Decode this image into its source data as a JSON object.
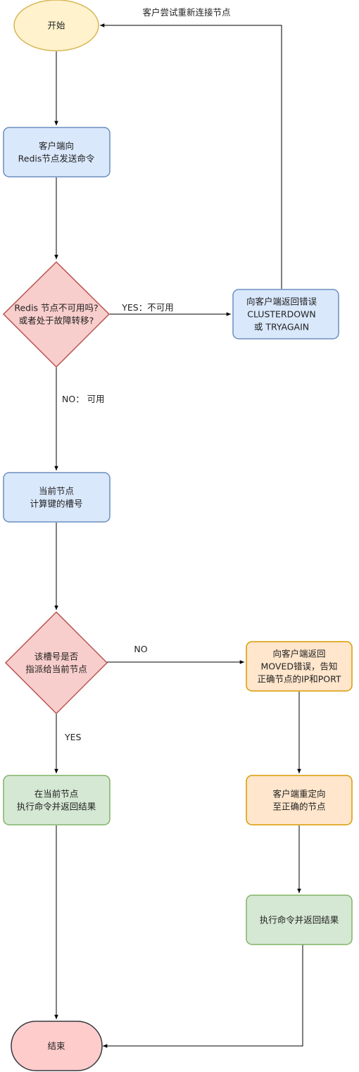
{
  "nodes": {
    "start": {
      "lines": [
        "开始"
      ],
      "fill": "#fff2cc",
      "stroke": "#d6b656"
    },
    "send_cmd": {
      "lines": [
        "客户端向",
        "Redis节点发送命令"
      ],
      "fill": "#dae8fc",
      "stroke": "#6c8ebf"
    },
    "check_available": {
      "lines": [
        "Redis 节点不可用吗?",
        "或者处于故障转移?"
      ],
      "fill": "#f8cecc",
      "stroke": "#b85450"
    },
    "return_error": {
      "lines": [
        "向客户端返回错误",
        "CLUSTERDOWN",
        "或 TRYAGAIN"
      ],
      "fill": "#dae8fc",
      "stroke": "#6c8ebf"
    },
    "calc_slot": {
      "lines": [
        "当前节点",
        "计算键的槽号"
      ],
      "fill": "#dae8fc",
      "stroke": "#6c8ebf"
    },
    "check_slot": {
      "lines": [
        "该槽号是否",
        "指派给当前节点"
      ],
      "fill": "#f8cecc",
      "stroke": "#b85450"
    },
    "return_moved": {
      "lines": [
        "向客户端返回",
        "MOVED错误，告知",
        "正确节点的IP和PORT"
      ],
      "fill": "#ffe6cc",
      "stroke": "#d79b00"
    },
    "exec_local": {
      "lines": [
        "在当前节点",
        "执行命令并返回结果"
      ],
      "fill": "#d5e8d4",
      "stroke": "#82b366"
    },
    "redirect": {
      "lines": [
        "客户端重定向",
        "至正确的节点"
      ],
      "fill": "#ffe6cc",
      "stroke": "#d79b00"
    },
    "exec_remote": {
      "lines": [
        "执行命令并返回结果"
      ],
      "fill": "#d5e8d4",
      "stroke": "#82b366"
    },
    "end": {
      "lines": [
        "结束"
      ],
      "fill": "#ffcccc",
      "stroke": "#36393d"
    }
  },
  "edges": {
    "retry": "客户尝试重新连接节点",
    "yes_unavailable": "YES：不可用",
    "no_available": "NO：  可用",
    "no_slot": "NO",
    "yes_slot": "YES"
  }
}
